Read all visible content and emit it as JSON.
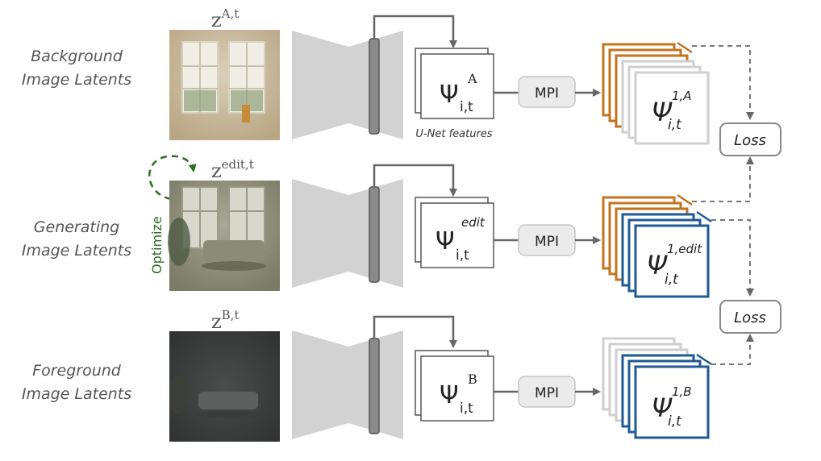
{
  "rows": [
    {
      "label_line1": "Background",
      "label_line2": "Image Latents",
      "latent": {
        "base": "z",
        "sup": "A,t"
      },
      "feature": {
        "base": "Ψ",
        "sup": "A",
        "sub": "i,t"
      },
      "features_caption": "U-Net features",
      "mpi_label": "MPI",
      "mpi_result": {
        "base": "Ψ",
        "sup": "1,A",
        "sub": "i,t"
      },
      "stack_color": "#c4731e",
      "front_color": "#cfcfcf"
    },
    {
      "label_line1": "Generating",
      "label_line2": "Image Latents",
      "latent": {
        "base": "z",
        "sup": "edit,t"
      },
      "feature": {
        "base": "Ψ",
        "sup": "edit",
        "sub": "i,t"
      },
      "mpi_label": "MPI",
      "mpi_result": {
        "base": "Ψ",
        "sup": "1,edit",
        "sub": "i,t"
      },
      "stack_color": "#c4731e",
      "front_color": "#1f5a96"
    },
    {
      "label_line1": "Foreground",
      "label_line2": "Image Latents",
      "latent": {
        "base": "z",
        "sup": "B,t"
      },
      "feature": {
        "base": "Ψ",
        "sup": "B",
        "sub": "i,t"
      },
      "mpi_label": "MPI",
      "mpi_result": {
        "base": "Ψ",
        "sup": "1,B",
        "sub": "i,t"
      },
      "stack_color": "#cfcfcf",
      "front_color": "#1f5a96"
    }
  ],
  "optimize_label": "Optimize",
  "loss_labels": [
    "Loss",
    "Loss"
  ],
  "colors": {
    "orange": "#c4731e",
    "blue": "#1f5a96",
    "gray_stack": "#cfcfcf",
    "optimize_green": "#2e6b24",
    "unet_light": "#d2d2d2",
    "unet_bar": "#8a8a8a"
  }
}
